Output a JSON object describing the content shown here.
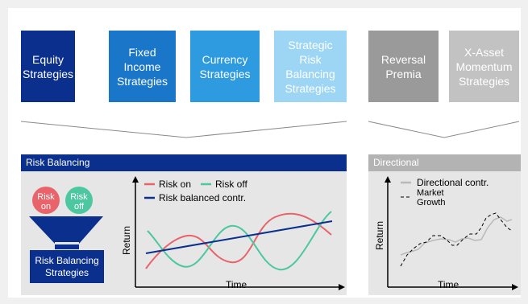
{
  "colors": {
    "equity": "#0a2f8c",
    "fixed_income": "#1976c8",
    "currency": "#2e9ae0",
    "strategic": "#9dd6f5",
    "directional_box": "#9a9a9a",
    "momentum_box": "#c2c2c2",
    "risk_header": "#0a2f8c",
    "directional_header": "#b3b3b3",
    "risk_on": "#e8636a",
    "risk_off": "#4cc7a0",
    "balanced": "#0a2f8c",
    "directional_line": "#b9b9b9"
  },
  "top_boxes": {
    "equity": "Equity Strategies",
    "fixed_income": "Fixed Income Strategies",
    "currency": "Currency Strategies",
    "strategic": "Strategic Risk Balancing Strategies",
    "reversal": "Reversal Premia",
    "momentum": "X-Asset Momentum Strategies"
  },
  "risk_panel": {
    "title": "Risk Balancing",
    "circle_on": "Risk on",
    "circle_off": "Risk off",
    "strategies_label": "Risk Balancing Strategies",
    "legend_on": "Risk on",
    "legend_off": "Risk off",
    "legend_balanced": "Risk balanced contr.",
    "y_axis": "Return",
    "x_axis": "Time"
  },
  "directional_panel": {
    "title": "Directional",
    "legend_directional": "Directional contr.",
    "legend_market": "Market Growth",
    "y_axis": "Return",
    "x_axis": "Time"
  }
}
